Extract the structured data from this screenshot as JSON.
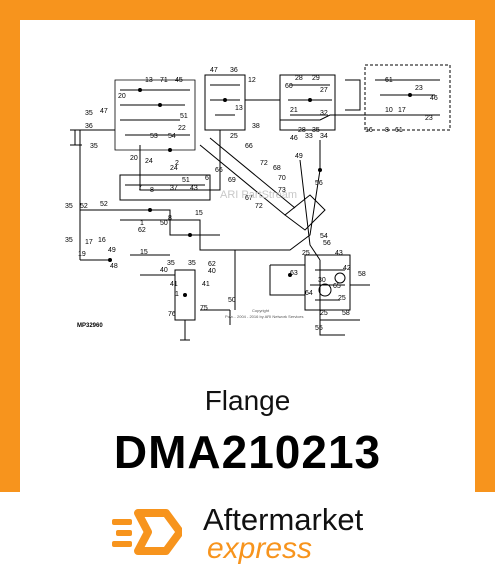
{
  "product": {
    "name": "Flange",
    "part_number": "DMA210213"
  },
  "diagram": {
    "figure_code": "MP32960",
    "watermark": "ARI PartStream",
    "copyright": "Copyright",
    "copyright_detail": "Pow... 2004 - 2016 by ARI Network Services"
  },
  "brand": {
    "line1": "Aftermarket",
    "line2": "express",
    "accent_color": "#f7941d",
    "icon": "truck-speed-box-icon"
  }
}
